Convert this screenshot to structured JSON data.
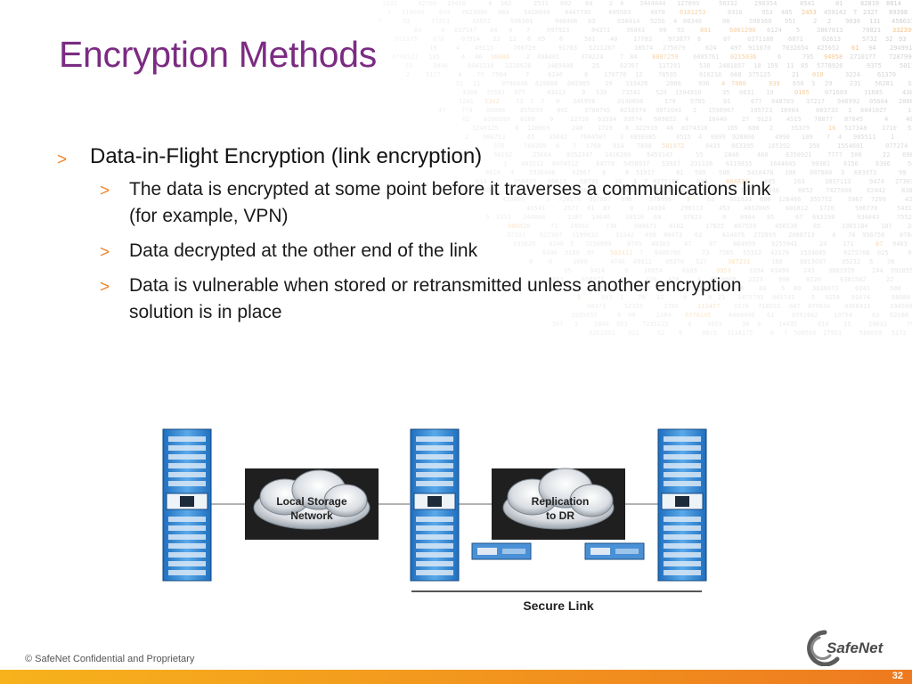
{
  "slide": {
    "title": "Encryption Methods",
    "bullets": {
      "main": "Data-in-Flight Encryption (link encryption)",
      "subs": [
        "The data is encrypted at some point before it traverses a communications link (for example, VPN)",
        "Data decrypted at the other end of the link",
        "Data is vulnerable when stored or retransmitted unless another encryption solution is in place"
      ]
    },
    "bullet_glyph": ">"
  },
  "diagram": {
    "cloud_left_line1": "Local Storage",
    "cloud_left_line2": "Network",
    "cloud_right_line1": "Replication",
    "cloud_right_line2": "to DR",
    "secure_link_label": "Secure Link"
  },
  "footer": {
    "copyright_symbol": "©",
    "copyright_text": "SafeNet Confidential and Proprietary",
    "logo_text": "SafeNet",
    "page_number": "32"
  },
  "colors": {
    "title": "#7b2b82",
    "accent_orange": "#f0862b",
    "server_blue": "#3d8fd6",
    "cloud_dark": "#1f1f1f"
  }
}
